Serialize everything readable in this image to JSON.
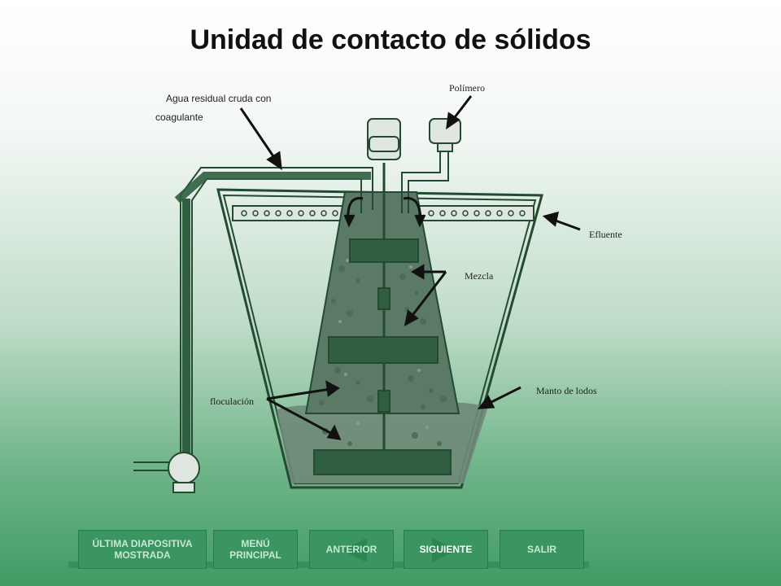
{
  "title": "Unidad de contacto de sólidos",
  "labels": {
    "agua_line1": "Agua residual cruda con",
    "agua_line2": "coagulante",
    "polimero": "Polímero",
    "efluente": "Efluente",
    "mezcla": "Mezcla",
    "manto": "Manto de lodos",
    "floculacion": "floculación"
  },
  "nav": {
    "ultima": "ÚLTIMA DIAPOSITIVA MOSTRADA",
    "menu": "MENÚ PRINCIPAL",
    "anterior": "ANTERIOR",
    "siguiente": "SIGUIENTE",
    "salir": "SALIR"
  },
  "colors": {
    "equipment_green": "#2f5e40",
    "tank_fill": "#5b7a65",
    "outline": "#244a31",
    "arrow": "#111111"
  }
}
